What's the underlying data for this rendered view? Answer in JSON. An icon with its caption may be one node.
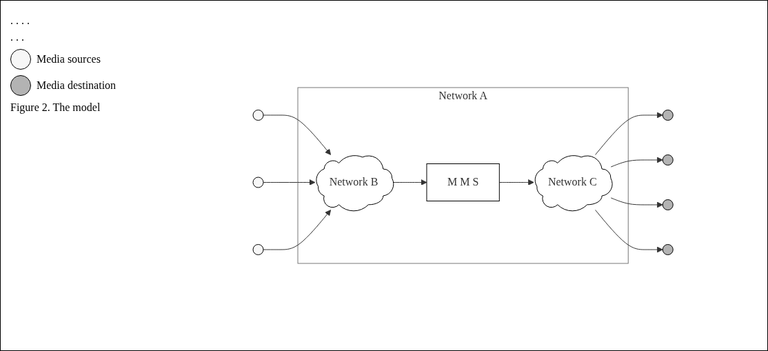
{
  "diagram": {
    "caption": "Figure 2. The model",
    "nodes": [
      {
        "text": [
          "Network A"
        ]
      },
      {
        "text": [
          "Network B"
        ],
        "in": 0
      },
      {
        "text": [
          "M M S"
        ],
        "in": 0
      },
      {
        "text": [
          "Network C"
        ],
        "in": 0
      },
      {
        "text": [],
        "shape": "circle"
      },
      {
        "text": [],
        "shape": "circle"
      },
      {
        "text": [],
        "shape": "circle"
      },
      {
        "text": [],
        "shape": "circle"
      },
      {
        "text": [],
        "shape": "circle"
      },
      {
        "text": [],
        "shape": "circle"
      },
      {
        "text": [],
        "shape": "circle"
      }
    ],
    "edges": [
      {
        "from": 4,
        "to": 1,
        "arrow": "to"
      },
      {
        "from": 5,
        "to": 1,
        "arrow": "to"
      },
      {
        "from": 6,
        "to": 1,
        "arrow": "to"
      },
      {
        "from": 1,
        "to": 2,
        "arrow": "to"
      },
      {
        "from": 2,
        "to": 3,
        "arrow": "to"
      },
      {
        "from": 3,
        "to": 7,
        "arrow": "to"
      },
      {
        "from": 3,
        "to": 8,
        "arrow": "to"
      },
      {
        "from": 3,
        "to": 9,
        "arrow": "to"
      },
      {
        "from": 3,
        "to": 10,
        "arrow": "to"
      }
    ],
    "labels": [
      ". . . .",
      ". . ."
    ],
    "legend": [
      {
        "text": "Media sources",
        "color": "#f7f7f7"
      },
      {
        "text": "Media destination",
        "color": "#b3b3b3"
      }
    ]
  }
}
